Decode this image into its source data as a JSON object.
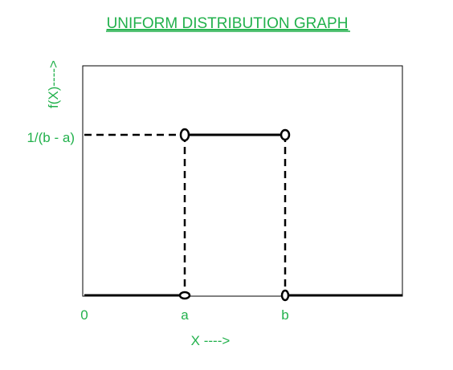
{
  "colors": {
    "label_green": "#22b14c",
    "line_black": "#000000"
  },
  "chart_data": {
    "type": "line",
    "title": "UNIFORM DISTRIBUTION GRAPH",
    "xlabel": "X ---->",
    "ylabel": "f(X)---->",
    "x_ticks": [
      {
        "label": "0",
        "value": 0
      },
      {
        "label": "a",
        "value": 1
      },
      {
        "label": "b",
        "value": 2
      }
    ],
    "y_ticks": [
      {
        "label": "1/(b - a)",
        "value": 1
      }
    ],
    "xlim": [
      0,
      3.2
    ],
    "ylim": [
      0,
      1.35
    ],
    "grid": false,
    "series": [
      {
        "segments": [
          {
            "x": [
              0,
              1
            ],
            "y": [
              0,
              0
            ]
          },
          {
            "x": [
              1,
              2
            ],
            "y": [
              1,
              1
            ]
          },
          {
            "x": [
              2,
              3.2
            ],
            "y": [
              0,
              0
            ]
          }
        ],
        "open_points": [
          {
            "x": 1,
            "y": 1
          },
          {
            "x": 2,
            "y": 1
          },
          {
            "x": 1,
            "y": 0
          },
          {
            "x": 2,
            "y": 0
          }
        ]
      }
    ],
    "guides": [
      {
        "orientation": "horizontal",
        "from": [
          0,
          1
        ],
        "to": [
          1,
          1
        ]
      },
      {
        "orientation": "vertical",
        "from": [
          1,
          1
        ],
        "to": [
          1,
          0
        ]
      },
      {
        "orientation": "vertical",
        "from": [
          2,
          1
        ],
        "to": [
          2,
          0
        ]
      }
    ]
  }
}
